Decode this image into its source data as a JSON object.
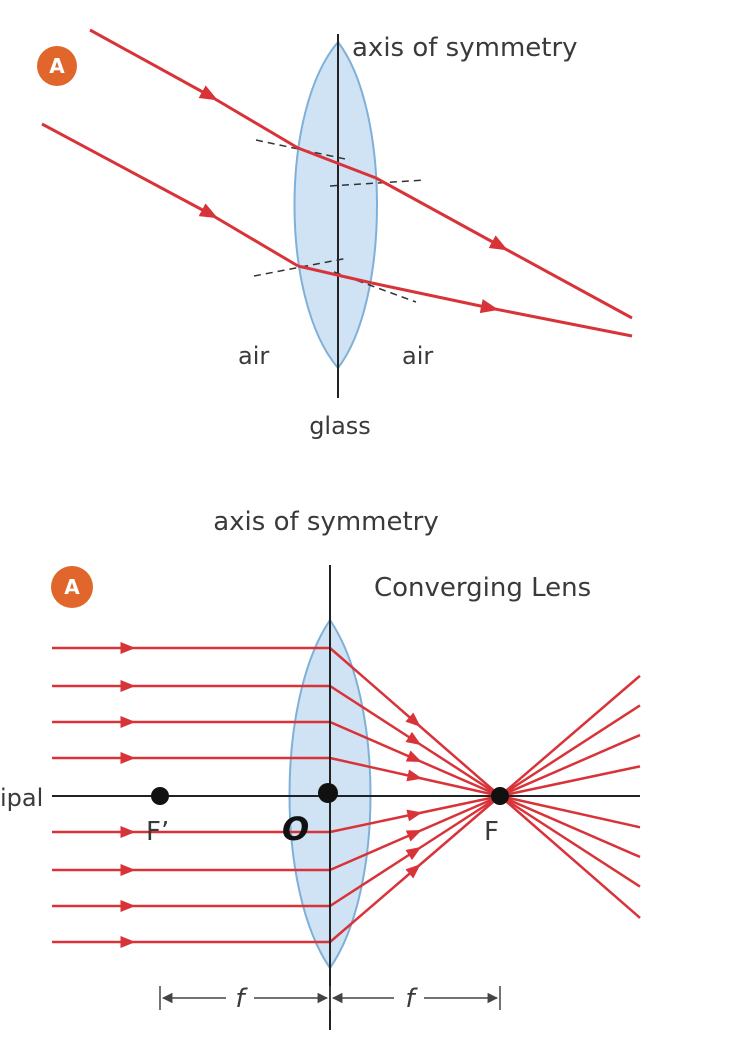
{
  "colors": {
    "ray": "#d9333a",
    "lens_fill": "#cfe3f4",
    "lens_stroke": "#7fb0d8",
    "badge": "#e0662c",
    "axis": "#222222",
    "normal": "#333333"
  },
  "top_diagram": {
    "badge_label": "A",
    "axis_label": "axis of symmetry",
    "left_medium": "air",
    "right_medium": "air",
    "lens_material": "glass"
  },
  "bottom_diagram": {
    "badge_label": "A",
    "axis_label": "axis of symmetry",
    "lens_title": "Converging Lens",
    "principal_axis_label": "ipal",
    "focal_point_left": "F’",
    "focal_point_right": "F",
    "optical_centre": "O",
    "focal_length_left": "f",
    "focal_length_right": "f",
    "incoming_ray_count": 8,
    "icons": [
      "arrowhead-icon",
      "badge-icon"
    ]
  }
}
